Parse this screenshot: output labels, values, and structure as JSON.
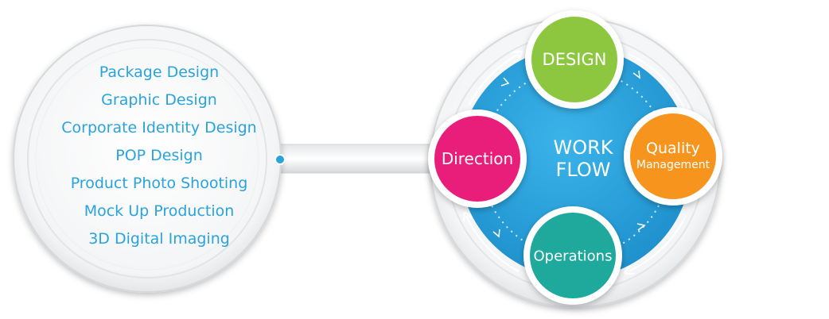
{
  "services": [
    "Package Design",
    "Graphic Design",
    "Corporate Identity Design",
    "POP Design",
    "Product Photo Shooting",
    "Mock Up Production",
    "3D Digital Imaging"
  ],
  "workflow": {
    "center_line1": "WORK",
    "center_line2": "FLOW",
    "design_label": "DESIGN",
    "quality_line1": "Quality",
    "quality_line2": "Management",
    "operations_label": "Operations",
    "direction_label": "Direction"
  },
  "colors": {
    "design": "#8dc63f",
    "quality": "#f7941d",
    "operations": "#1fa89c",
    "direction": "#e91e7a",
    "hub": "#29a3de",
    "list_text": "#29a3de"
  }
}
